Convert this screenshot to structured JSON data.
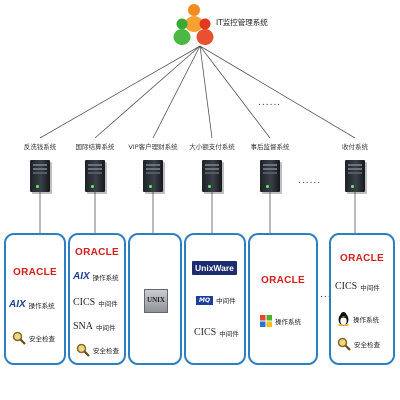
{
  "diagram": {
    "title": "IT监控管理系统",
    "systems": [
      {
        "label": "反洗钱系统"
      },
      {
        "label": "国际结算系统"
      },
      {
        "label": "VIP客户理财系统"
      },
      {
        "label": "大小额支付系统"
      },
      {
        "label": "事后监督系统"
      },
      {
        "label": "收付系统"
      }
    ],
    "top_ellipsis": "......",
    "middle_ellipsis": "......",
    "side_ellipsis": "......",
    "panel1": {
      "oracle": "ORACLE",
      "aix": "AIX",
      "os_label": "操作系统",
      "security_label": "安全检查"
    },
    "panel2": {
      "oracle": "ORACLE",
      "aix": "AIX",
      "os_label": "操作系统",
      "cics": "CICS",
      "cics_label": "中间件",
      "sna": "SNA",
      "sna_label": "中间件",
      "security_label": "安全检查"
    },
    "panel3": {
      "unix_logo": "UNIX"
    },
    "panel4": {
      "unixware": "UnixWare",
      "mq": "MQ",
      "mq_label": "中间件",
      "cics": "CICS",
      "cics_label": "中间件"
    },
    "panel5": {
      "oracle": "ORACLE",
      "os_label": "操作系统"
    },
    "panel6": {
      "oracle": "ORACLE",
      "cics": "CICS",
      "cics_label": "中间件",
      "os_label": "操作系统",
      "security_label": "安全检查"
    },
    "colors": {
      "panel_border": "#2d7fc1",
      "oracle_red": "#d4201c",
      "line": "#555555"
    }
  }
}
